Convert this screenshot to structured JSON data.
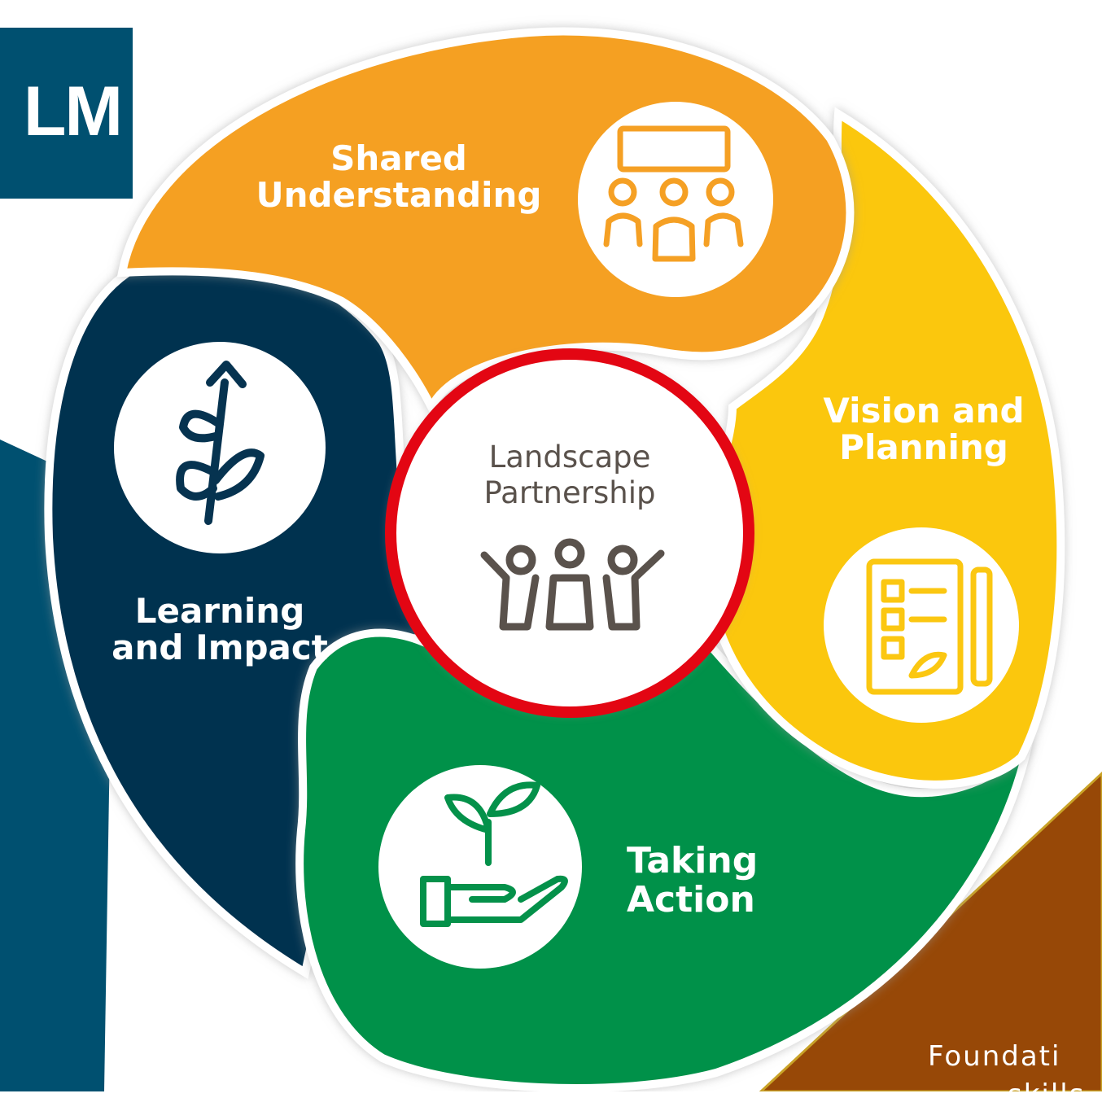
{
  "header": {
    "title_fragment": "LM"
  },
  "diagram": {
    "center": {
      "line1": "Landscape",
      "line2": "Partnership",
      "icon": "people-group-icon",
      "highlight_color": "#e30613"
    },
    "segments": [
      {
        "id": "shared",
        "line1": "Shared",
        "line2": "Understanding",
        "color": "#f5a024",
        "icon": "group-meeting-icon"
      },
      {
        "id": "vision",
        "line1": "Vision and",
        "line2": "Planning",
        "color": "#fbc711",
        "icon": "plan-checklist-icon"
      },
      {
        "id": "taking",
        "line1": "Taking",
        "line2": "Action",
        "color": "#04914a",
        "icon": "hand-seedling-icon"
      },
      {
        "id": "learning",
        "line1": "Learning",
        "line2": "and Impact",
        "color": "#063350",
        "icon": "growth-plant-icon"
      }
    ]
  },
  "corner_panel": {
    "line1": "Foundati",
    "line2": "skills",
    "color": "#974807",
    "border_color": "#c9a227"
  },
  "accent_colors": {
    "left_band": "#005070"
  }
}
